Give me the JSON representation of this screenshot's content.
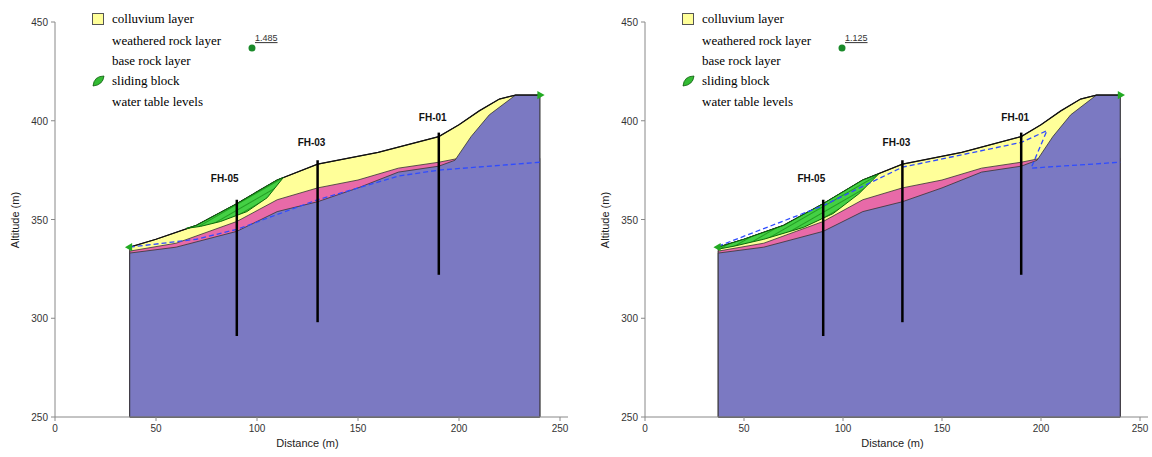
{
  "diagram": {
    "labels": [
      "1.485",
      "FH-05",
      "FH-03",
      "FH-01",
      "450",
      "400",
      "350",
      "300",
      "250",
      "0",
      "50",
      "100",
      "150",
      "200",
      "250",
      "Altitude (m)",
      "Distance (m)",
      "1.125",
      "FH-05",
      "FH-03",
      "FH-01",
      "450",
      "400",
      "350",
      "300",
      "250",
      "0",
      "50",
      "100",
      "150",
      "200",
      "250",
      "Altitude (m)",
      "Distance (m)"
    ],
    "legend": [
      {
        "text": "colluvium layer",
        "color": "#ffff99"
      },
      {
        "text": "weathered rock layer"
      },
      {
        "text": "base rock layer"
      },
      {
        "text": "sliding block"
      },
      {
        "text": "water table levels"
      },
      {
        "text": "colluvium layer",
        "color": "#ffff99"
      },
      {
        "text": "weathered rock layer"
      },
      {
        "text": "base rock layer"
      },
      {
        "text": "sliding block"
      },
      {
        "text": "water table levels"
      }
    ]
  }
}
